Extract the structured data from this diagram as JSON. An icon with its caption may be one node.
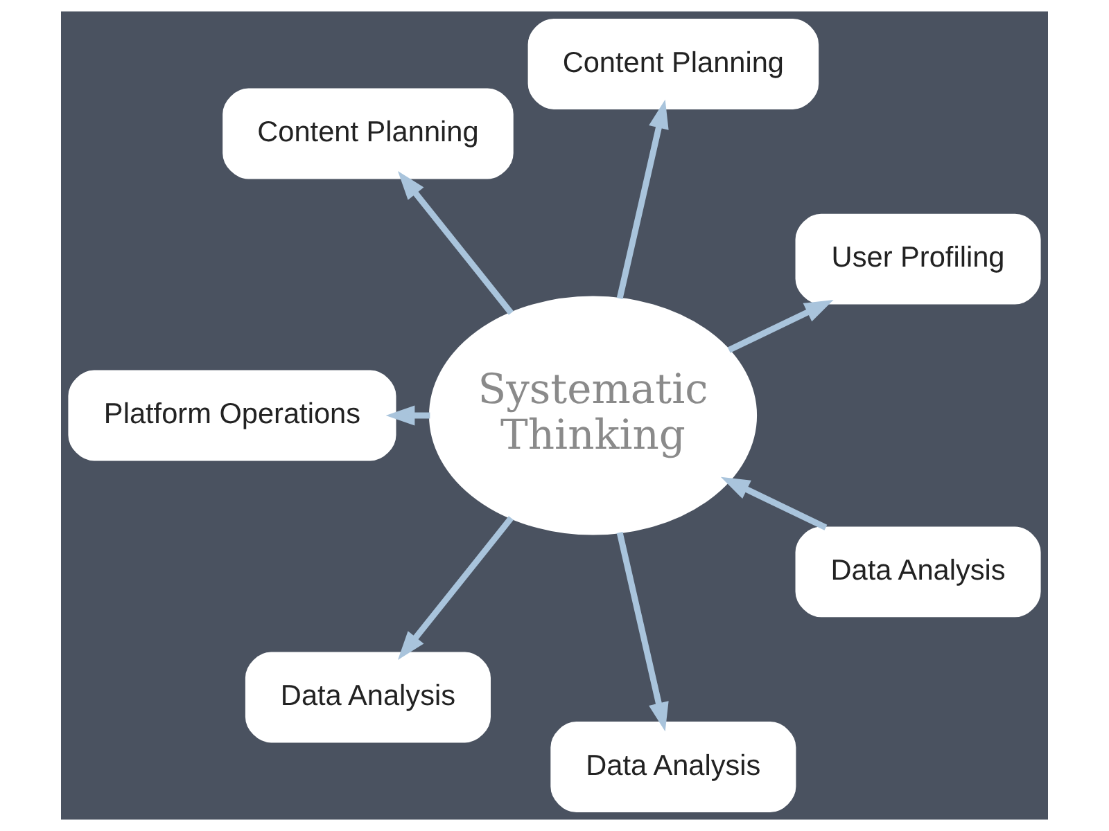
{
  "diagram": {
    "nodes": [
      {
        "text": [
          "Systematic Thinking"
        ]
      },
      {
        "text": [
          "User Profiling"
        ]
      },
      {
        "text": [
          "Content Planning"
        ]
      },
      {
        "text": [
          "Content Planning"
        ]
      },
      {
        "text": [
          "Data Analysis"
        ]
      },
      {
        "text": [
          "Platform Operations"
        ]
      },
      {
        "text": [
          "Data Analysis"
        ]
      },
      {
        "text": [
          "Data Analysis"
        ]
      }
    ],
    "edges": [
      {
        "from": 0,
        "to": 1,
        "arrow": "to"
      },
      {
        "from": 0,
        "to": 2,
        "arrow": "to"
      },
      {
        "from": 0,
        "to": 3,
        "arrow": "to"
      },
      {
        "from": 4,
        "to": 0,
        "arrow": "to"
      },
      {
        "from": 0,
        "to": 5,
        "arrow": "to"
      },
      {
        "from": 0,
        "to": 6,
        "arrow": "to"
      },
      {
        "from": 0,
        "to": 7,
        "arrow": "to"
      }
    ]
  }
}
